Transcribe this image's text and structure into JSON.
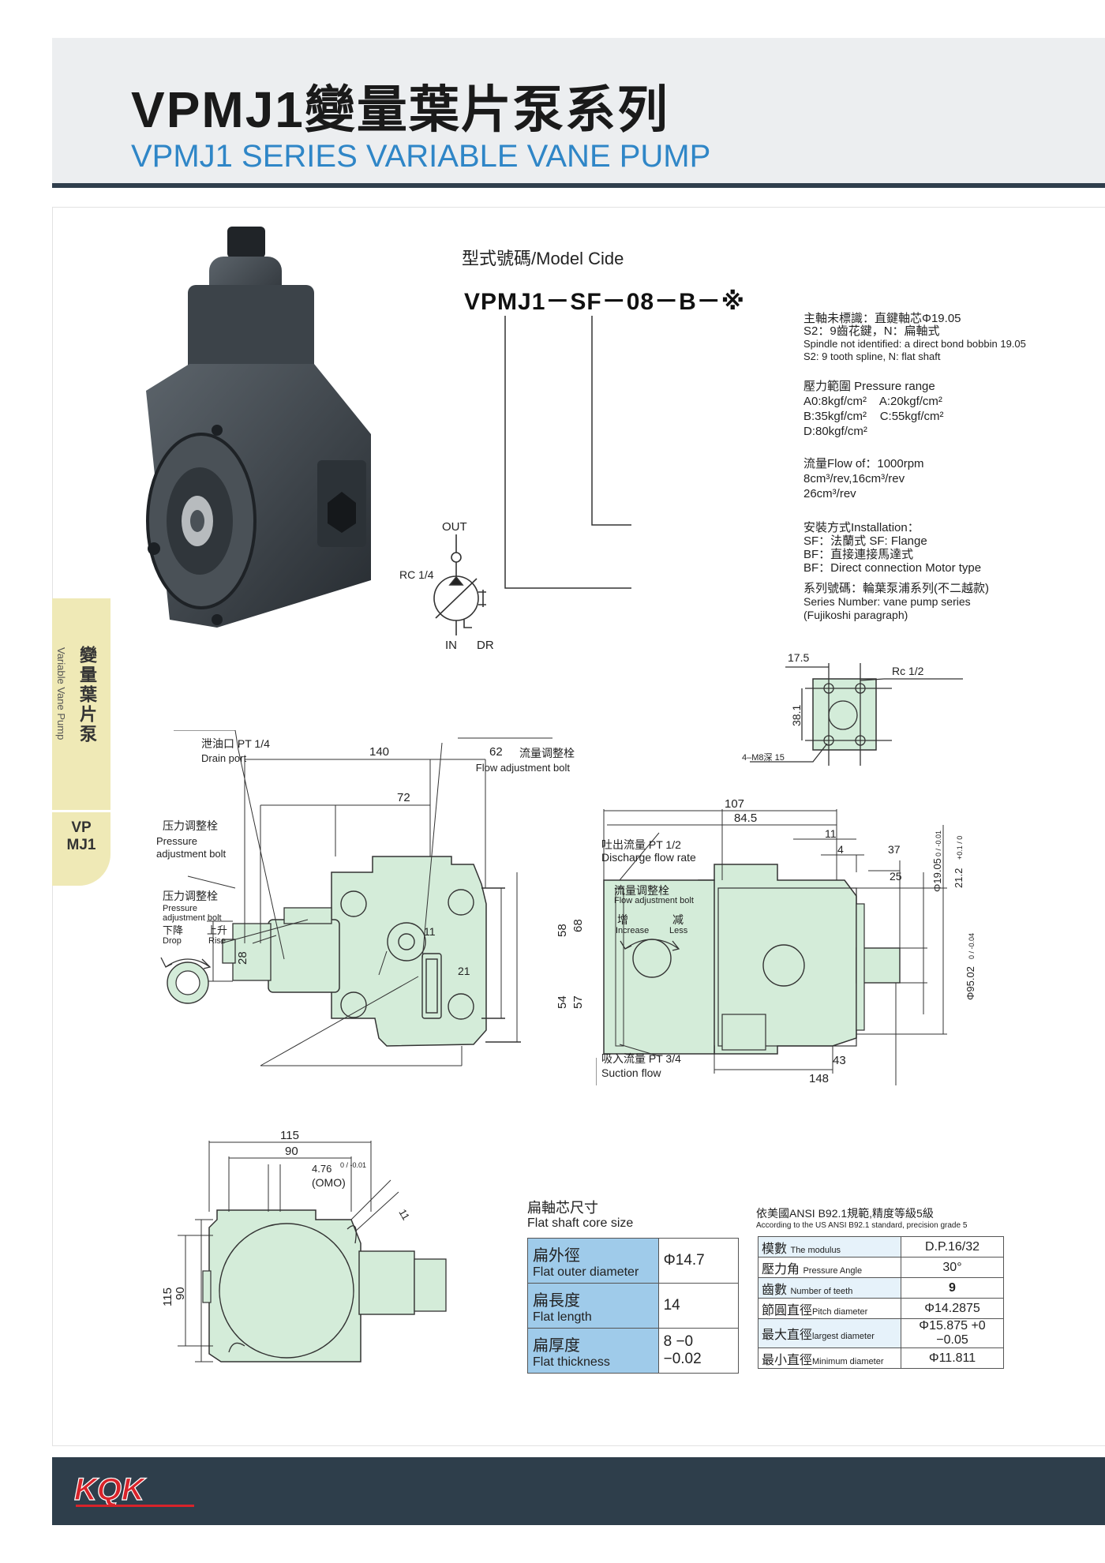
{
  "header": {
    "title_zh": "VPMJ1變量葉片泵系列",
    "title_en": "VPMJ1 SERIES VARIABLE VANE PUMP"
  },
  "side_tab": {
    "zh": "變量葉片泵",
    "en": "Variable Vane Pump",
    "code_line1": "VP",
    "code_line2": "MJ1"
  },
  "model_code": {
    "heading": "型式號碼/Model Cide",
    "code": "VPMJ1－SF－08－B－※",
    "explanations": [
      {
        "lines": [
          "主軸未標識：直鍵軸芯Φ19.05",
          "S2：9齒花鍵，N：扁軸式",
          "Spindle not identified: a direct bond bobbin 19.05",
          "S2: 9 tooth spline, N: flat shaft"
        ]
      },
      {
        "lines": [
          "壓力範圍 Pressure range",
          "A0:8kgf/cm²    A:20kgf/cm²",
          "B:35kgf/cm²    C:55kgf/cm²",
          "D:80kgf/cm²"
        ]
      },
      {
        "lines": [
          "流量Flow of：1000rpm",
          "8cm³/rev,16cm³/rev",
          "26cm³/rev"
        ]
      },
      {
        "lines": [
          "安裝方式Installation：",
          "SF：法蘭式 SF: Flange",
          "BF：直接連接馬達式",
          "BF：Direct connection Motor type"
        ]
      },
      {
        "lines": [
          "系列號碼：輪葉泵浦系列(不二越款)",
          "Series Number: vane pump series",
          "(Fujikoshi paragraph)"
        ]
      }
    ]
  },
  "symbol": {
    "out": "OUT",
    "rc": "RC 1/4",
    "in": "IN",
    "dr": "DR"
  },
  "port_detail": {
    "dim_175": "17.5",
    "dim_381": "38.1",
    "rc12": "Rc 1/2",
    "bolt": "4–M8深 15"
  },
  "front_view": {
    "drain_zh": "泄油口 PT 1/4",
    "drain_en": "Drain port",
    "flowbolt_zh": "流量调整栓",
    "flowbolt_en": "Flow adjustment bolt",
    "press_zh": "压力调整栓",
    "press_en1": "Pressure",
    "press_en2": "adjustment bolt",
    "press2_zh": "压力调整栓",
    "press2_en1": "Pressure",
    "press2_en2": "adjustment bolt",
    "drop_zh": "下降",
    "drop_en": "Drop",
    "rise_zh": "上升",
    "rise_en": "Rise",
    "d140": "140",
    "d62": "62",
    "d72": "72",
    "d28": "28",
    "d58": "58",
    "d68": "68",
    "d54": "54",
    "d57": "57",
    "d11": "11",
    "d21": "21"
  },
  "side_view": {
    "discharge_zh": "吐出流量  PT 1/2",
    "discharge_en": "Discharge flow rate",
    "flowbolt_zh": "流量调整栓",
    "flowbolt_en": "Flow adjustment bolt",
    "inc_zh": "增",
    "inc_en": "Increase",
    "less_zh": "减",
    "less_en": "Less",
    "suction_zh": "吸入流量  PT 3/4",
    "suction_en": "Suction flow",
    "d107": "107",
    "d845": "84.5",
    "d11": "11",
    "d4": "4",
    "d37": "37",
    "d25": "25",
    "d19": "Φ19.05",
    "d19tol": "0 / -0.01",
    "d212": "21.2",
    "d212tol": "+0.1 / 0",
    "d95": "Φ95.02",
    "d95tol": "0 / -0.04",
    "d43": "43",
    "d148": "148"
  },
  "bottom_view": {
    "d115": "115",
    "d90": "90",
    "key": "4.76",
    "key_tol": "0 / -0.01",
    "omo": "(OMO)",
    "d11": "11",
    "h115": "115",
    "h90": "90"
  },
  "flat_shaft": {
    "title_zh": "扁軸芯尺寸",
    "title_en": "Flat shaft core size",
    "rows": [
      {
        "zh": "扁外徑",
        "en": "Flat outer diameter",
        "value": "Φ14.7"
      },
      {
        "zh": "扁長度",
        "en": "Flat length",
        "value": "14"
      },
      {
        "zh": "扁厚度",
        "en": "Flat thickness",
        "value": "8 −0 −0.02"
      }
    ]
  },
  "spline": {
    "title_zh": "依美國ANSI B92.1規範,精度等級5級",
    "title_en": "According to the US ANSI B92.1 standard, precision grade 5",
    "rows": [
      {
        "zh": "模數",
        "en": "The modulus",
        "value": "D.P.16/32"
      },
      {
        "zh": "壓力角",
        "en": "Pressure Angle",
        "value": "30°"
      },
      {
        "zh": "齒數",
        "en": "Number of teeth",
        "value": "9"
      },
      {
        "zh": "節圓直徑",
        "en": "Pitch diameter",
        "value": "Φ14.2875"
      },
      {
        "zh": "最大直徑",
        "en": "largest diameter",
        "value": "Φ15.875 +0 −0.05"
      },
      {
        "zh": "最小直徑",
        "en": "Minimum diameter",
        "value": "Φ11.811"
      }
    ]
  },
  "footer": {
    "logo": "KQK"
  }
}
